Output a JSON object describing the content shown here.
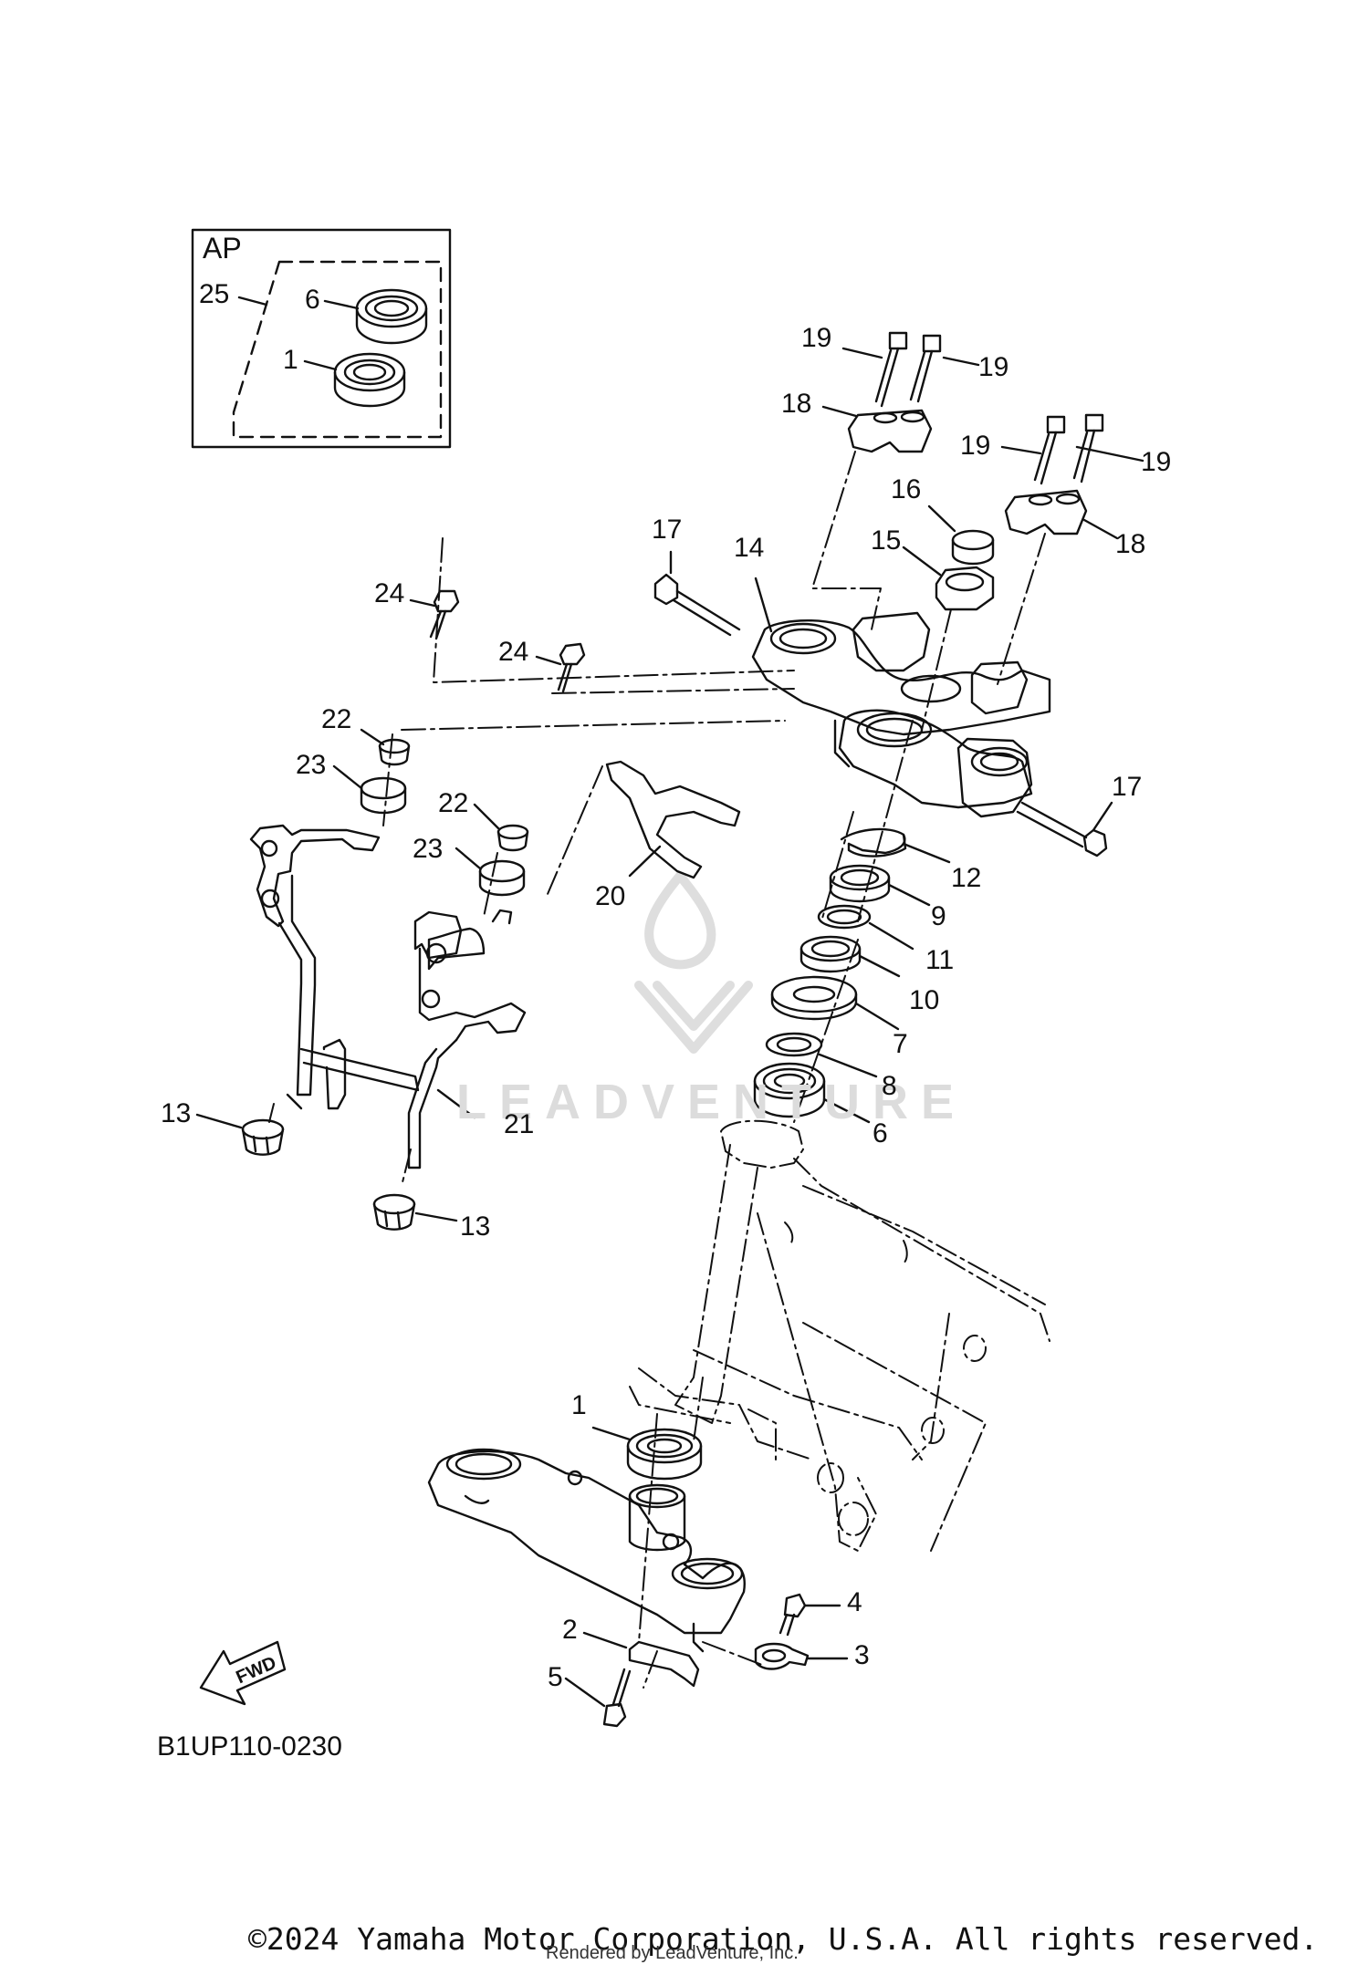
{
  "inset": {
    "title": "AP"
  },
  "callouts": [
    {
      "id": "c25",
      "text": "25"
    },
    {
      "id": "c6a",
      "text": "6"
    },
    {
      "id": "c1a",
      "text": "1"
    },
    {
      "id": "c19a",
      "text": "19"
    },
    {
      "id": "c19b",
      "text": "19"
    },
    {
      "id": "c18a",
      "text": "18"
    },
    {
      "id": "c19c",
      "text": "19"
    },
    {
      "id": "c19d",
      "text": "19"
    },
    {
      "id": "c16",
      "text": "16"
    },
    {
      "id": "c18b",
      "text": "18"
    },
    {
      "id": "c17a",
      "text": "17"
    },
    {
      "id": "c14",
      "text": "14"
    },
    {
      "id": "c15",
      "text": "15"
    },
    {
      "id": "c24a",
      "text": "24"
    },
    {
      "id": "c24b",
      "text": "24"
    },
    {
      "id": "c22a",
      "text": "22"
    },
    {
      "id": "c23a",
      "text": "23"
    },
    {
      "id": "c22b",
      "text": "22"
    },
    {
      "id": "c23b",
      "text": "23"
    },
    {
      "id": "c17b",
      "text": "17"
    },
    {
      "id": "c20",
      "text": "20"
    },
    {
      "id": "c12",
      "text": "12"
    },
    {
      "id": "c9",
      "text": "9"
    },
    {
      "id": "c11",
      "text": "11"
    },
    {
      "id": "c10",
      "text": "10"
    },
    {
      "id": "c7",
      "text": "7"
    },
    {
      "id": "c8",
      "text": "8"
    },
    {
      "id": "c6b",
      "text": "6"
    },
    {
      "id": "c13a",
      "text": "13"
    },
    {
      "id": "c21",
      "text": "21"
    },
    {
      "id": "c13b",
      "text": "13"
    },
    {
      "id": "c1b",
      "text": "1"
    },
    {
      "id": "c4",
      "text": "4"
    },
    {
      "id": "c2",
      "text": "2"
    },
    {
      "id": "c3",
      "text": "3"
    },
    {
      "id": "c5",
      "text": "5"
    }
  ],
  "fwd_label": "FWD",
  "diagram_code": "B1UP110-0230",
  "watermark": "LEADVENTURE",
  "copyright": "©2024 Yamaha Motor Corporation, U.S.A. All rights reserved.",
  "rendered_by": "Rendered by LeadVenture, Inc."
}
